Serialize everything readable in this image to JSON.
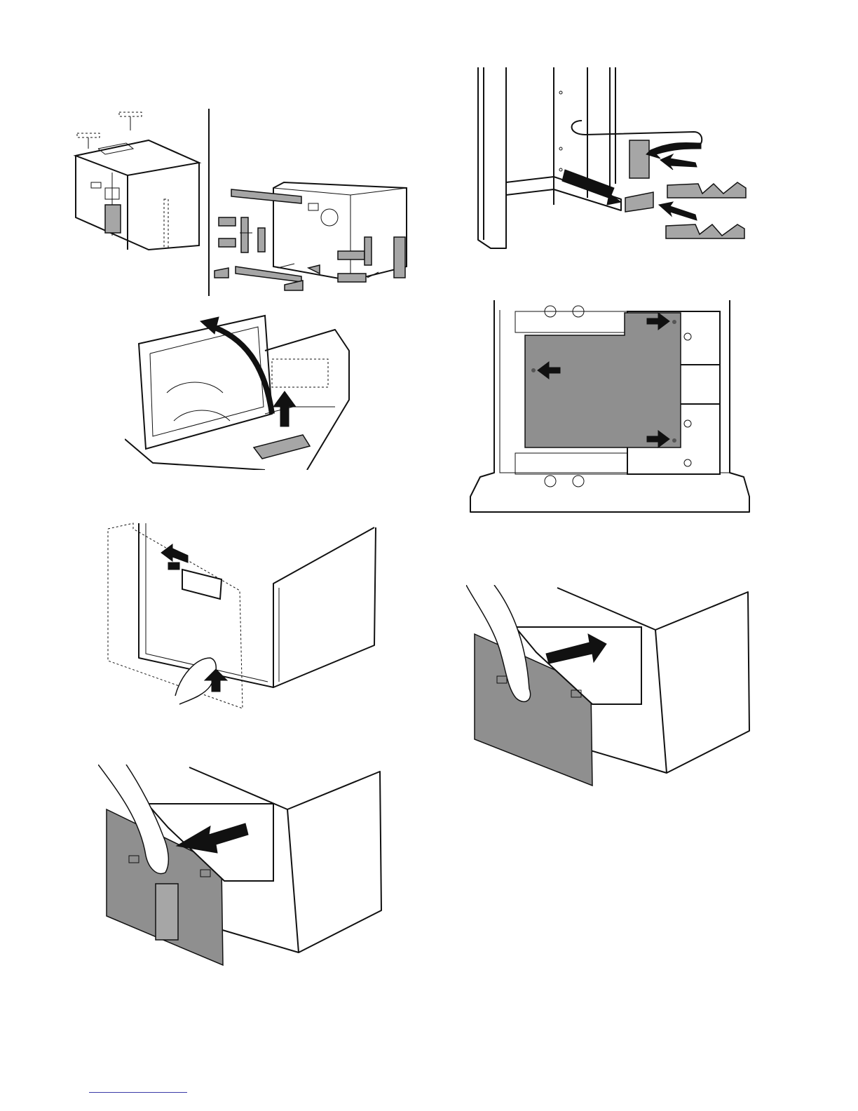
{
  "page": {
    "footer_rule_color": "#3a3aa8"
  },
  "figures": [
    {
      "id": "fig-unpack-tape-removal",
      "desc_icon": "tape-removal-illustration"
    },
    {
      "id": "fig-remove-packing-inside",
      "desc_icon": "packing-removal-illustration"
    },
    {
      "id": "fig-open-top-cover",
      "desc_icon": "open-cover-illustration"
    },
    {
      "id": "fig-remove-plate-screws",
      "desc_icon": "screw-removal-illustration"
    },
    {
      "id": "fig-detach-side-cover",
      "desc_icon": "side-cover-illustration"
    },
    {
      "id": "fig-insert-tray",
      "desc_icon": "insert-tray-illustration"
    },
    {
      "id": "fig-pull-out-tray",
      "desc_icon": "pull-out-tray-illustration"
    }
  ],
  "colors": {
    "ink": "#111111",
    "tape_grey": "#a6a6a6",
    "panel_grey": "#8f8f8f",
    "paper": "#ffffff"
  }
}
